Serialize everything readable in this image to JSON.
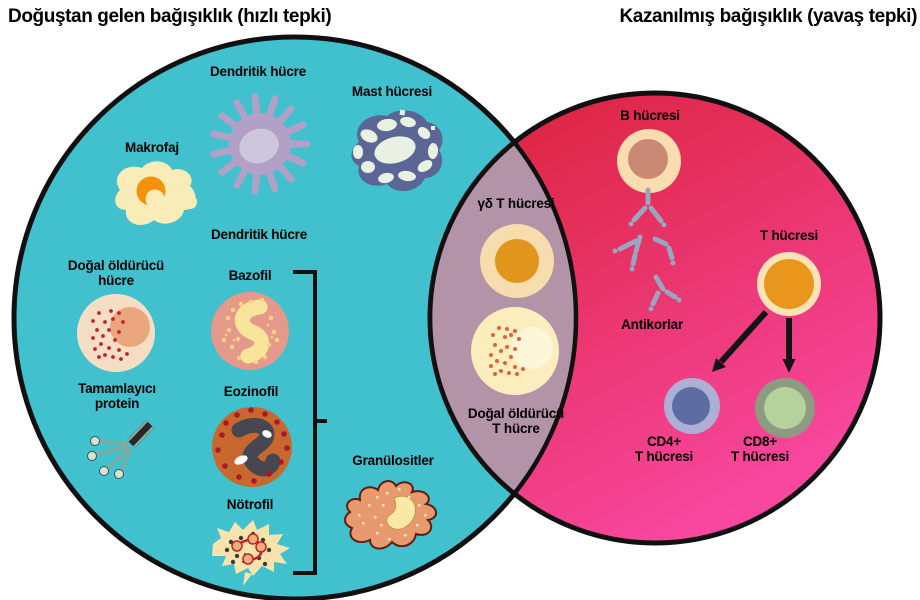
{
  "titles": {
    "innate": "Doğuştan gelen bağışıklık (hızlı tepki)",
    "adaptive": "Kazanılmış bağışıklık (yavaş tepki)"
  },
  "labels": {
    "dendritic_top": "Dendritik hücre",
    "mast": "Mast hücresi",
    "macrophage": "Makrofaj",
    "dendritic_mid": "Dendritik hücre",
    "nk": "Doğal öldürücü\nhücre",
    "basophil": "Bazofil",
    "complement": "Tamamlayıcı\nprotein",
    "eosinophil": "Eozinofil",
    "neutrophil": "Nötrofil",
    "granulocytes": "Granülositler",
    "gamma_delta_t": "γδ T hücresi",
    "nkt": "Doğal öldürücü\nT hücre",
    "b_cell": "B hücresi",
    "antibodies": "Antikorlar",
    "t_cell": "T hücresi",
    "cd4": "CD4+\nT hücresi",
    "cd8": "CD8+\nT hücresi"
  },
  "colors": {
    "innate_fill": "#41c1ce",
    "adaptive_red": "#d92135",
    "adaptive_pink": "#f8479f",
    "overlap_fill": "#b293a7",
    "outline": "#101010"
  }
}
